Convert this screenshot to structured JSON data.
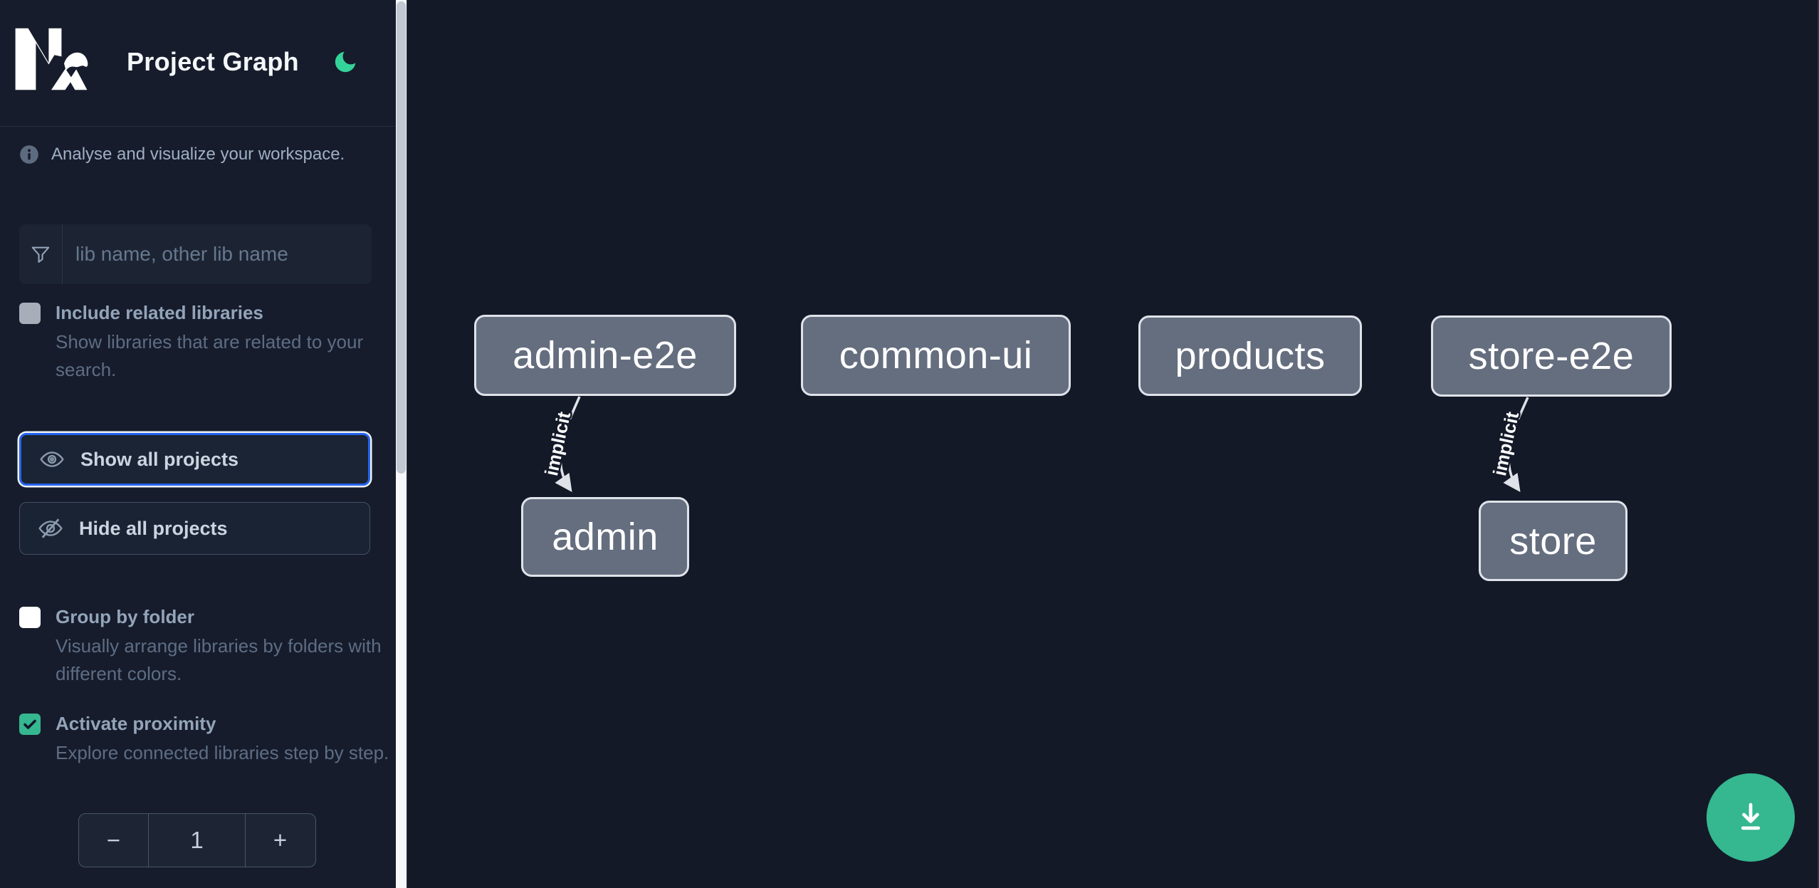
{
  "header": {
    "title": "Project Graph",
    "logo": "nx-logo",
    "theme_toggle_icon": "moon-icon"
  },
  "sidebar": {
    "info": {
      "text": "Analyse and visualize your workspace."
    },
    "search": {
      "placeholder": "lib name, other lib name",
      "value": "",
      "icon": "filter-funnel-icon"
    },
    "include_related": {
      "label": "Include related libraries",
      "description": "Show libraries that are related to your search.",
      "checked": false
    },
    "show_all": {
      "label": "Show all projects",
      "icon": "eye-icon",
      "focused": true
    },
    "hide_all": {
      "label": "Hide all projects",
      "icon": "eye-slash-icon"
    },
    "group_by_folder": {
      "label": "Group by folder",
      "description": "Visually arrange libraries by folders with different colors.",
      "checked": false
    },
    "activate_proximity": {
      "label": "Activate proximity",
      "description": "Explore connected libraries step by step.",
      "checked": true
    },
    "proximity_stepper": {
      "decrement_label": "−",
      "value": "1",
      "increment_label": "+"
    }
  },
  "graph": {
    "nodes": [
      {
        "id": "admin-e2e",
        "label": "admin-e2e"
      },
      {
        "id": "common-ui",
        "label": "common-ui"
      },
      {
        "id": "products",
        "label": "products"
      },
      {
        "id": "store-e2e",
        "label": "store-e2e"
      },
      {
        "id": "admin",
        "label": "admin"
      },
      {
        "id": "store",
        "label": "store"
      }
    ],
    "edges": [
      {
        "from": "admin-e2e",
        "to": "admin",
        "label": "implicit",
        "type": "implicit"
      },
      {
        "from": "store-e2e",
        "to": "store",
        "label": "implicit",
        "type": "implicit"
      }
    ],
    "fab": {
      "icon": "download-icon"
    }
  },
  "colors": {
    "sidebar_bg": "#161c2b",
    "canvas_bg": "#131927",
    "accent_green_fab": "#35b78f",
    "moon_green": "#34d399",
    "focus_blue": "#2563eb",
    "node_fill": "#656e7f",
    "node_border": "#dfe3e9",
    "checkbox_checked_green": "#35b78f"
  }
}
